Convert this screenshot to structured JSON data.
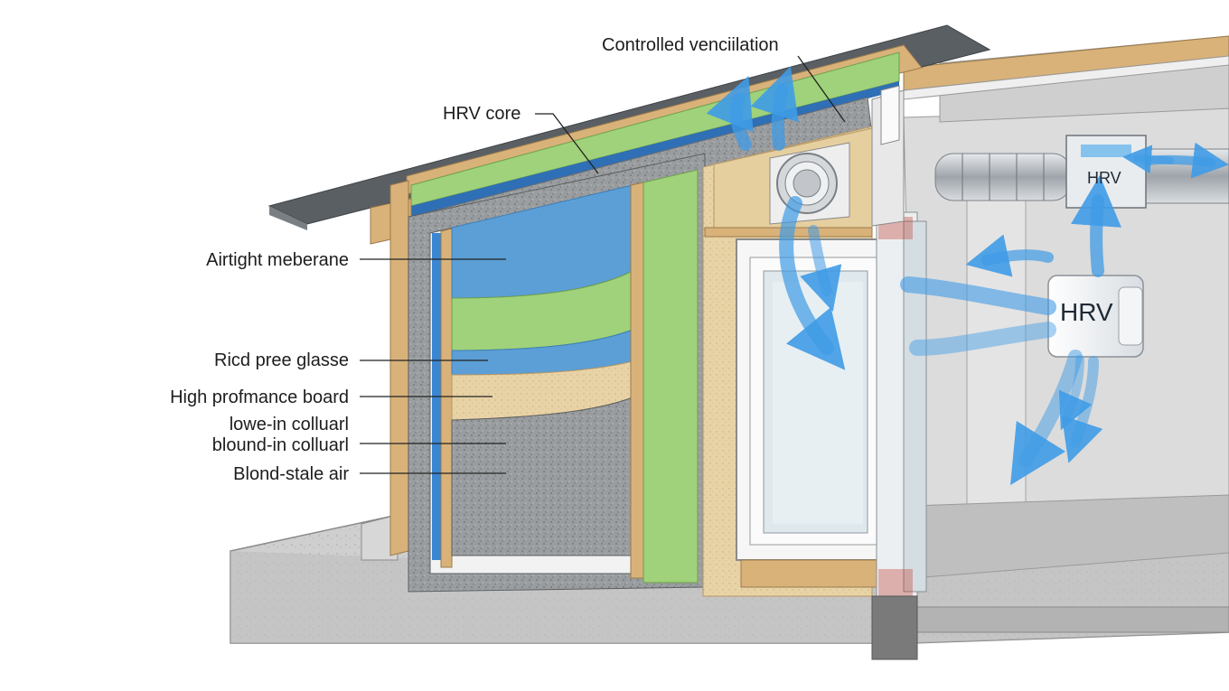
{
  "labels": {
    "controlled_ventilation": "Controlled venciilation",
    "hrv_core": "HRV core",
    "airtight_membrane": "Airtight meberane",
    "ricd_pree_glasse": "Ricd pree glasse",
    "high_performance_board": "High profmance board",
    "lowe_in_colluarl": "lowe-in colluarl",
    "blound_in_colluarl": "blound-in colluarl",
    "blond_stale_air": "Blond-stale air"
  },
  "units": {
    "hrv_small": "HRV",
    "hrv_large": "HRV"
  },
  "colors": {
    "insulation_blue": "#5b9fd6",
    "insulation_green": "#9fd27a",
    "board_tan": "#e6cf9f",
    "cellulose_gray": "#8f9396",
    "timber": "#d9b27a",
    "concrete": "#c9c9c9",
    "airflow_blue": "#3f9be6"
  }
}
